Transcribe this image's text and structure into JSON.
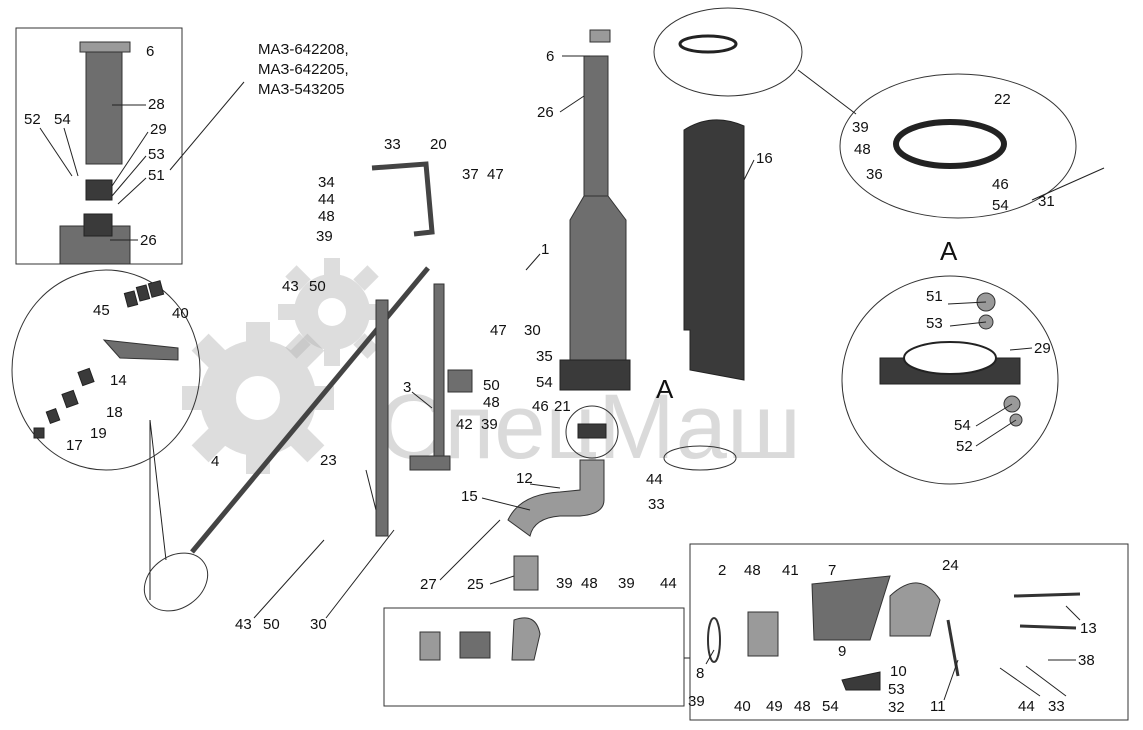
{
  "models": [
    "МАЗ-642208,",
    "МАЗ-642205,",
    "МАЗ-543205"
  ],
  "view_marker": "А",
  "watermark": "СпецМаш",
  "labels": {
    "l6a": "6",
    "l28": "28",
    "l52a": "52",
    "l54a": "54",
    "l29a": "29",
    "l53a": "53",
    "l51a": "51",
    "l26a": "26",
    "l33a": "33",
    "l20": "20",
    "l34": "34",
    "l44a": "44",
    "l48a": "48",
    "l39a": "39",
    "l37": "37",
    "l47a": "47",
    "l6b": "6",
    "l26b": "26",
    "l16": "16",
    "l1": "1",
    "l47b": "47",
    "l30a": "30",
    "l43a": "43",
    "l50a": "50",
    "l45": "45",
    "l40a": "40",
    "l14": "14",
    "l18": "18",
    "l19": "19",
    "l17": "17",
    "l4": "4",
    "l3": "3",
    "l50b": "50",
    "l48b": "48",
    "l42": "42",
    "l39b": "39",
    "l35": "35",
    "l54b": "54",
    "l46": "46",
    "l21": "21",
    "l23": "23",
    "l12": "12",
    "l15": "15",
    "l44b": "44",
    "l33b": "33",
    "l27": "27",
    "l25": "25",
    "l39c": "39",
    "l48c": "48",
    "l39d": "39",
    "l44c": "44",
    "l43b": "43",
    "l50c": "50",
    "l30b": "30",
    "l39e": "39",
    "l48d": "48",
    "l22": "22",
    "l36": "36",
    "l46b": "46",
    "l54c": "54",
    "l31": "31",
    "l51b": "51",
    "l53b": "53",
    "l29b": "29",
    "l54d": "54",
    "l52b": "52",
    "l2": "2",
    "l48e": "48",
    "l41": "41",
    "l7": "7",
    "l24": "24",
    "l13": "13",
    "l38": "38",
    "l8": "8",
    "l9": "9",
    "l10": "10",
    "l53c": "53",
    "l32": "32",
    "l39f": "39",
    "l40b": "40",
    "l49": "49",
    "l48f": "48",
    "l54e": "54",
    "l11": "11",
    "l44d": "44",
    "l33c": "33"
  }
}
